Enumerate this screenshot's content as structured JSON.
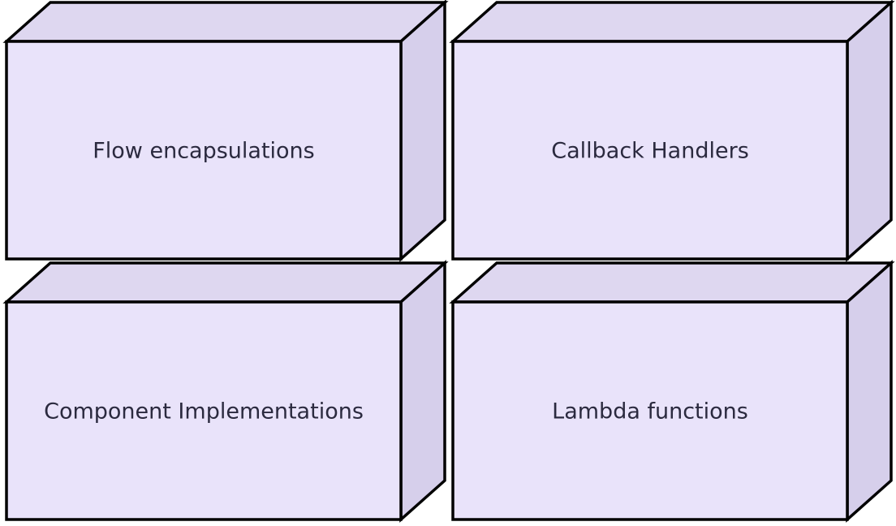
{
  "diagram": {
    "title": "",
    "nodes": [
      {
        "id": "flow-encapsulations",
        "label": "Flow encapsulations"
      },
      {
        "id": "callback-handlers",
        "label": "Callback Handlers"
      },
      {
        "id": "component-implementations",
        "label": "Component Implementations"
      },
      {
        "id": "lambda-functions",
        "label": "Lambda functions"
      }
    ],
    "node_shape": "3d-box",
    "colors": {
      "page-bg": "#ffffff",
      "box-front": "#e9e3fa",
      "box-top": "#ded7f0",
      "box-side": "#d6cfeb",
      "box-stroke": "#000000",
      "label-text": "#2b2a3f"
    }
  }
}
